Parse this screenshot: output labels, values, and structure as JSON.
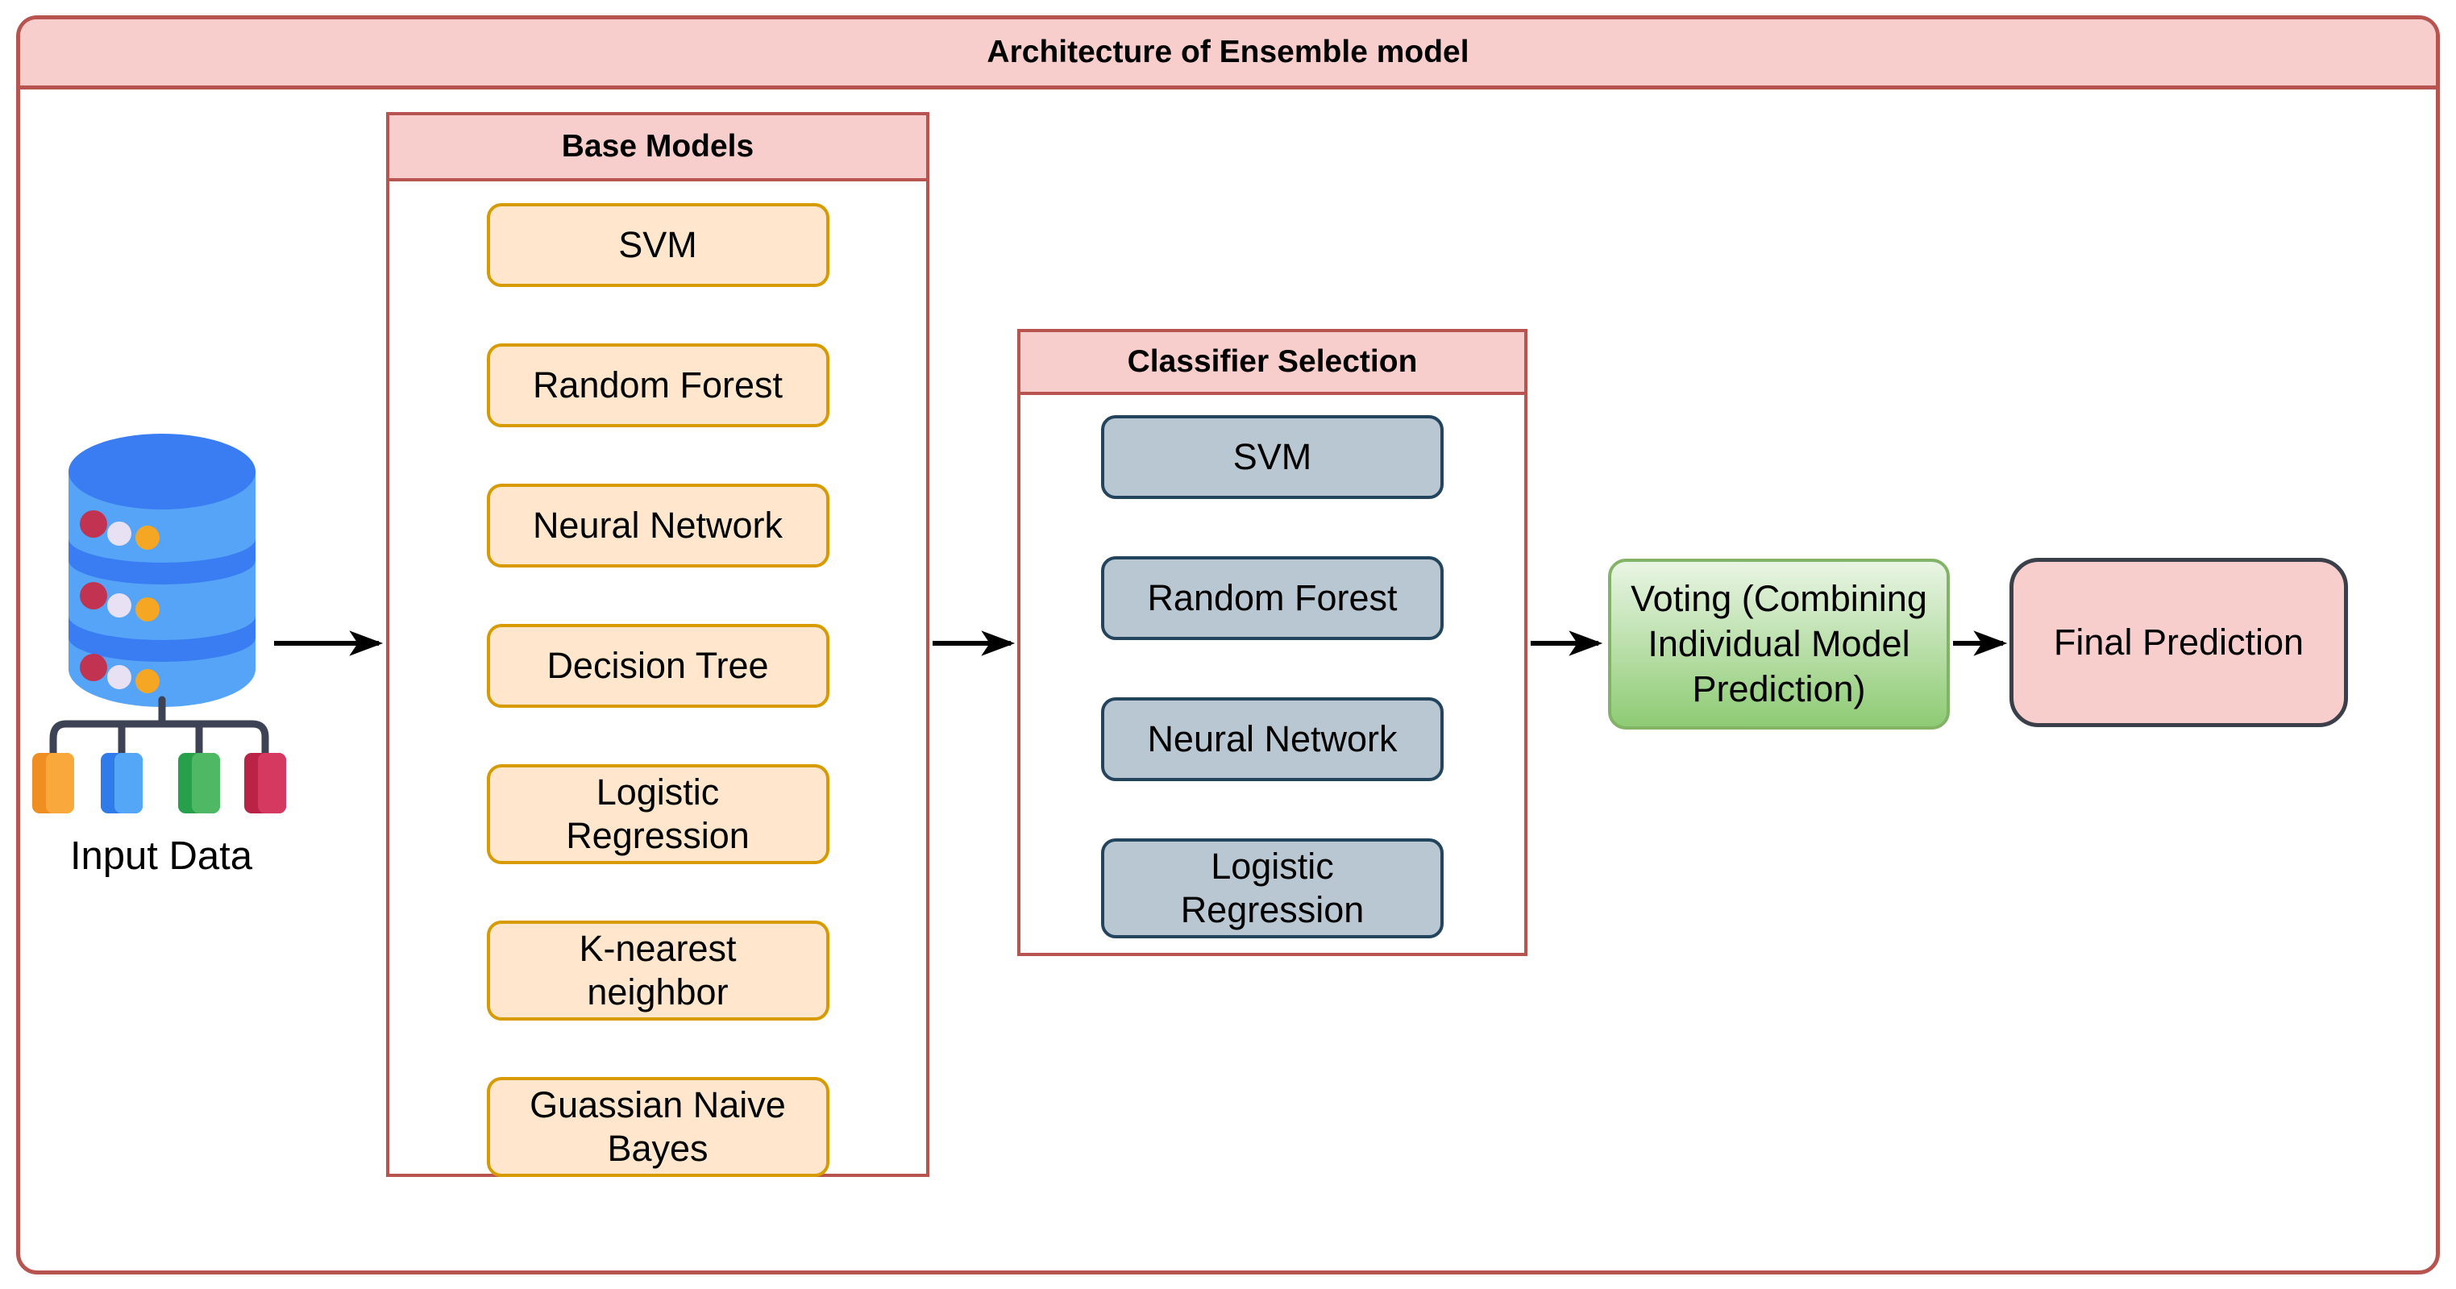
{
  "title": "Architecture of Ensemble model",
  "input_data": {
    "label": "Input Data"
  },
  "base_models": {
    "header": "Base Models",
    "items": [
      "SVM",
      "Random Forest",
      "Neural Network",
      "Decision Tree",
      "Logistic\nRegression",
      "K-nearest\nneighbor",
      "Guassian Naive\nBayes"
    ]
  },
  "classifier_selection": {
    "header": "Classifier Selection",
    "items": [
      "SVM",
      "Random Forest",
      "Neural Network",
      "Logistic\nRegression"
    ]
  },
  "voting": {
    "label": "Voting (Combining\nIndividual Model\nPrediction)"
  },
  "final_prediction": {
    "label": "Final Prediction"
  },
  "colors": {
    "frame_border": "#b85450",
    "header_fill": "#f8cecc",
    "orange_fill": "#ffe6cc",
    "orange_border": "#d79b00",
    "bluegray_fill": "#b9c7d2",
    "bluegray_border": "#23445d",
    "green_top": "#e9f5e4",
    "green_bottom": "#8ecb74",
    "green_border": "#82b366",
    "final_fill": "#f8cecc",
    "final_border": "#3a3f4a",
    "arrow": "#000000",
    "text": "#000000",
    "db_body": "#55a4f7",
    "db_dark": "#3a7cf2",
    "dot_red": "#c23352",
    "dot_lavender": "#e7e1f3",
    "dot_orange": "#f5a623",
    "sq_orange": "#f9a93c",
    "sq_orange_dark": "#ef8f22",
    "sq_blue": "#54a6f6",
    "sq_blue_dark": "#2e7be9",
    "sq_green": "#4eb865",
    "sq_green_dark": "#27a04c",
    "sq_red": "#d63960",
    "sq_red_dark": "#bb2346",
    "connector": "#3d4254"
  }
}
